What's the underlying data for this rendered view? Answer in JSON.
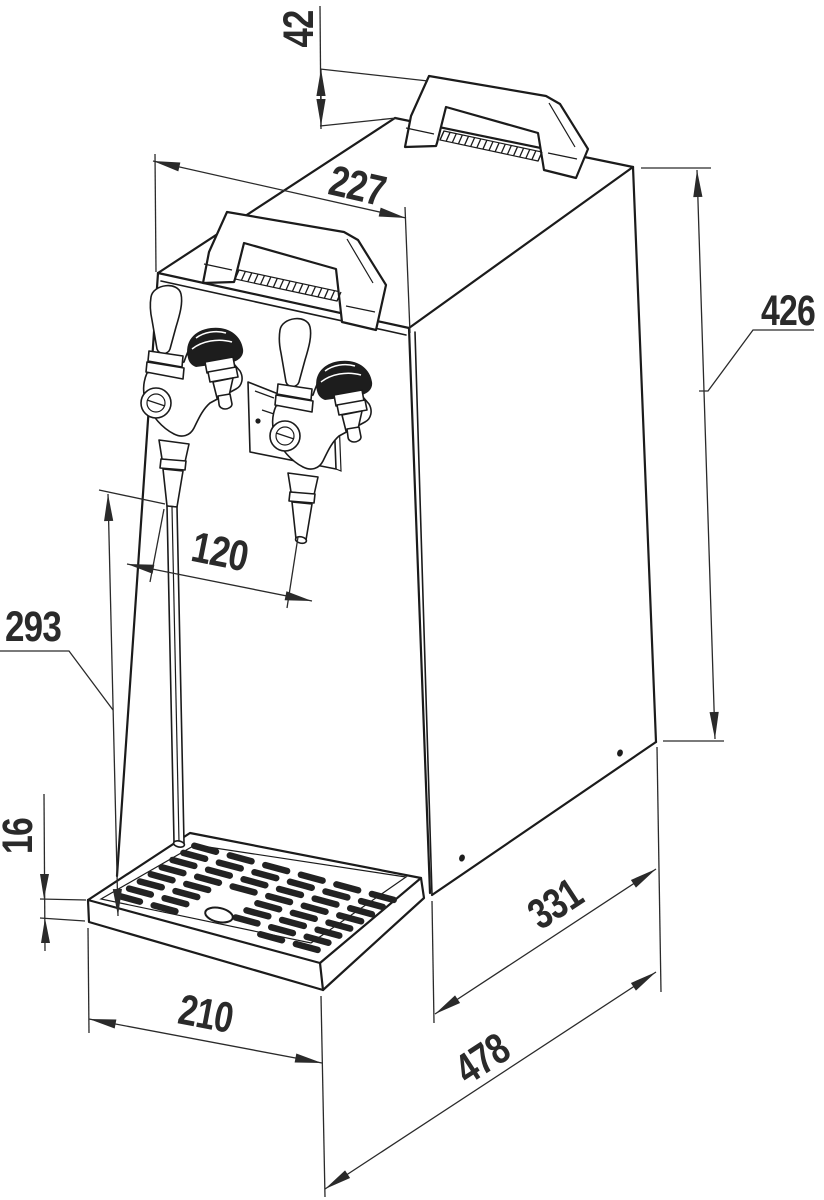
{
  "meta": {
    "background": "#ffffff",
    "line_color": "#1b1b1b",
    "dimension_color": "#2a2a2a",
    "drawing_type": "technical-dimension-drawing",
    "subject": "two-tap countertop beverage dispenser, isometric view"
  },
  "dims": {
    "handle_height": "42",
    "top_width": "227",
    "body_height": "426",
    "tap_spacing": "120",
    "spout_to_tray": "293",
    "tray_thickness": "16",
    "tray_width": "210",
    "body_depth": "331",
    "total_depth": "478"
  }
}
